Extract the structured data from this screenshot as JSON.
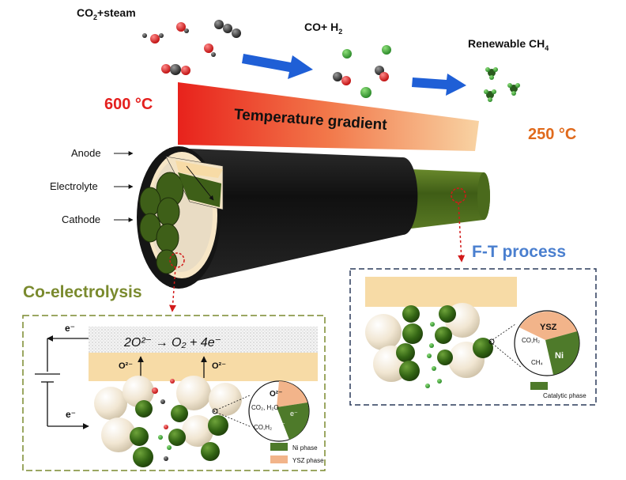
{
  "gases": {
    "input": "CO2+steam",
    "intermediate": "CO+ H2",
    "output": "Renewable  CH4"
  },
  "gradient": {
    "label": "Temperature gradient",
    "hot_temp": "600 °C",
    "cold_temp": "250 °C"
  },
  "tube_layers": [
    "Anode",
    "Electrolyte",
    "Cathode"
  ],
  "sections": {
    "co_electrolysis": "Co-electrolysis",
    "ft_process": "F-T process"
  },
  "electrolysis_panel": {
    "reaction": "2O²⁻ → O₂ + 4e⁻",
    "ion_label": "O²⁻",
    "electron_label": "e⁻",
    "inset": {
      "ion": "O²⁻",
      "reactants": "CO₂, H₂O",
      "products": "CO,H₂",
      "electron": "e⁻"
    },
    "legend": [
      {
        "label": "Ni phase",
        "color": "#4e7a2a"
      },
      {
        "label": "YSZ phase",
        "color": "#f2b48a"
      }
    ]
  },
  "ft_panel": {
    "inset": {
      "top": "YSZ",
      "bottom": "Ni",
      "reactants": "CO,H₂",
      "product": "CH₄"
    },
    "legend": [
      {
        "label": "Catalytic phase",
        "color": "#4e7a2a"
      }
    ]
  },
  "colors": {
    "hot": "#e4201e",
    "cold": "#f5c38d",
    "tube": "#1a1a1a",
    "tube_end": "#4f6b1f",
    "ni": "#3f6e1a",
    "ysz": "#f1e6d2",
    "anode_layer": "#f7dba6",
    "arrow": "#1f5fd6"
  }
}
